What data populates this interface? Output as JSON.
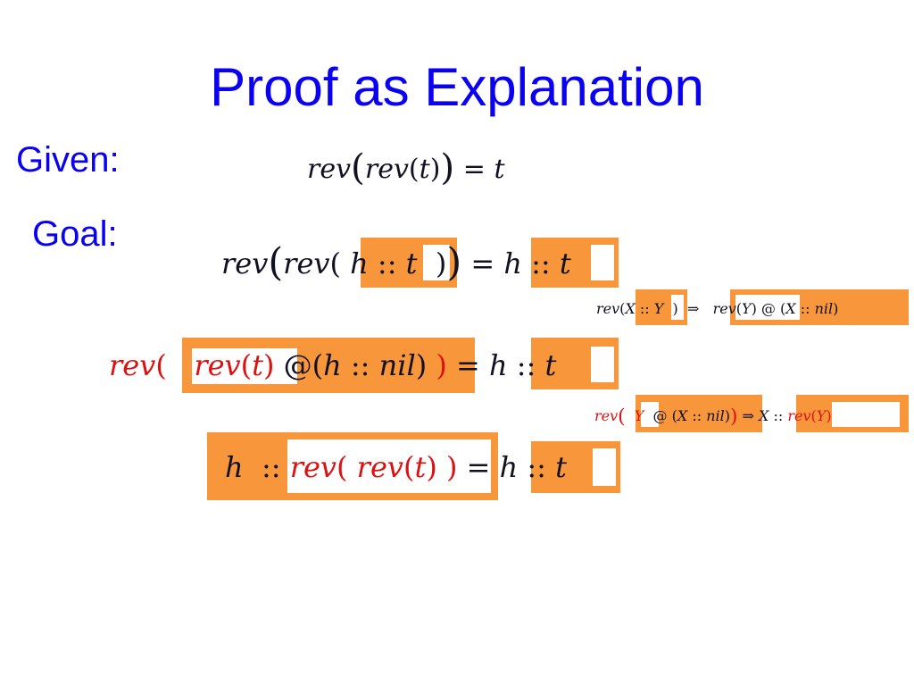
{
  "title": "Proof as Explanation",
  "given_label": "Given:",
  "goal_label": "Goal:",
  "given_eq": {
    "rev": "rev",
    "t": "t"
  },
  "goal_eq": {
    "h": "h",
    "cons": "::",
    "t": "t"
  },
  "rule1": {
    "X": "X",
    "Y": "Y",
    "cons": "::",
    "nil": "nil"
  },
  "step1": {
    "rev": "rev",
    "t": "t",
    "at": "@",
    "h": "h",
    "cons": "::",
    "nil": "nil"
  },
  "rule2": {
    "X": "X",
    "Y": "Y",
    "cons": "::",
    "nil": "nil",
    "at": "@"
  },
  "step2": {
    "h": "h",
    "cons": "::",
    "rev": "rev",
    "t": "t"
  },
  "colors": {
    "title_blue": "#0a00f2",
    "highlight_orange": "#f7963b",
    "rewrite_red": "#dd1111"
  }
}
